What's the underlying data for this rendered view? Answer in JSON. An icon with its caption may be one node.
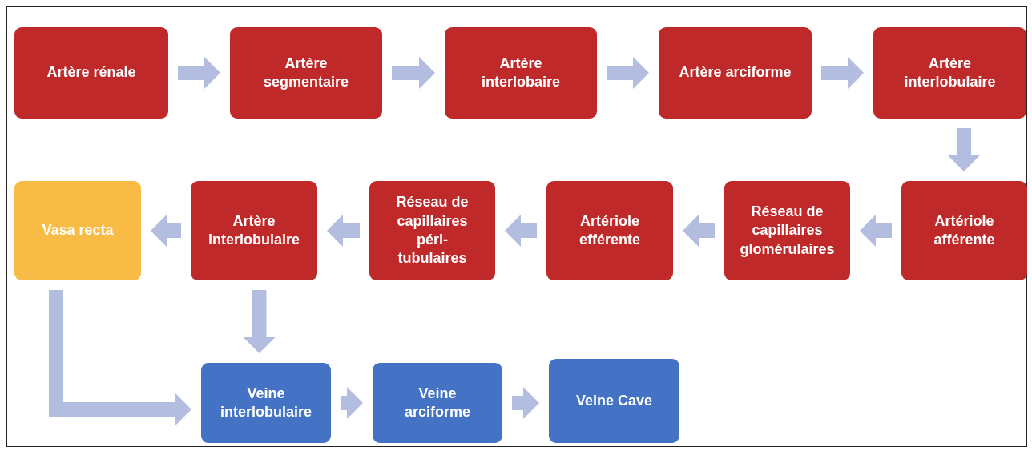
{
  "diagram": {
    "nodes": [
      {
        "text": [
          "Artère rénale"
        ]
      },
      {
        "text": [
          "Artère segmentaire"
        ]
      },
      {
        "text": [
          "Artère interlobaire"
        ]
      },
      {
        "text": [
          "Artère arciforme"
        ]
      },
      {
        "text": [
          "Artère interlobulaire"
        ]
      },
      {
        "text": [
          "Vasa recta"
        ]
      },
      {
        "text": [
          "Artère interlobulaire"
        ]
      },
      {
        "text": [
          "Réseau de capillaires péri-tubulaires"
        ]
      },
      {
        "text": [
          "Artériole efférente"
        ]
      },
      {
        "text": [
          "Réseau de capillaires glomérulaires"
        ]
      },
      {
        "text": [
          "Artériole afférente"
        ]
      },
      {
        "text": [
          "Veine interlobulaire"
        ]
      },
      {
        "text": [
          "Veine arciforme"
        ]
      },
      {
        "text": [
          "Veine Cave"
        ]
      }
    ],
    "edges": [
      {
        "from": 0,
        "to": 1,
        "arrow": "to"
      },
      {
        "from": 1,
        "to": 2,
        "arrow": "to"
      },
      {
        "from": 2,
        "to": 3,
        "arrow": "to"
      },
      {
        "from": 3,
        "to": 4,
        "arrow": "to"
      },
      {
        "from": 4,
        "to": 10,
        "arrow": "to"
      },
      {
        "from": 10,
        "to": 9,
        "arrow": "to"
      },
      {
        "from": 9,
        "to": 8,
        "arrow": "to"
      },
      {
        "from": 8,
        "to": 7,
        "arrow": "to"
      },
      {
        "from": 7,
        "to": 6,
        "arrow": "to"
      },
      {
        "from": 6,
        "to": 5,
        "arrow": "to"
      },
      {
        "from": 6,
        "to": 11,
        "arrow": "to"
      },
      {
        "from": 5,
        "to": 11,
        "arrow": "to"
      },
      {
        "from": 11,
        "to": 12,
        "arrow": "to"
      },
      {
        "from": 12,
        "to": 13,
        "arrow": "to"
      }
    ]
  }
}
